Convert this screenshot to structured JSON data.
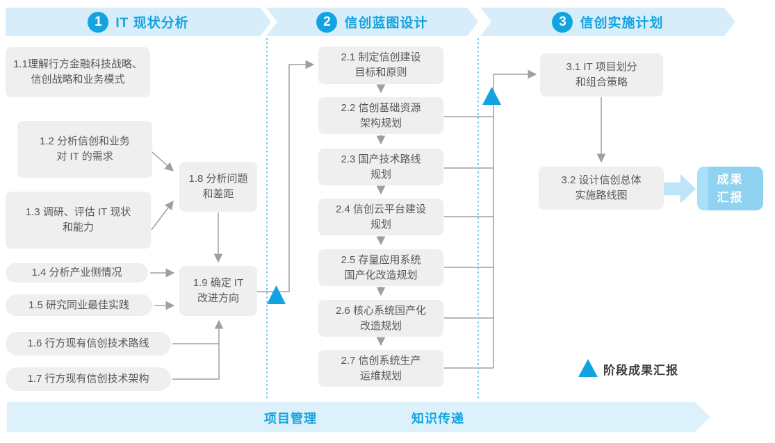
{
  "phases": [
    {
      "number": "1",
      "title": "IT 现状分析"
    },
    {
      "number": "2",
      "title": "信创蓝图设计"
    },
    {
      "number": "3",
      "title": "信创实施计划"
    }
  ],
  "phase1": {
    "n1": "1.1理解行方金融科技战略、\n信创战略和业务模式",
    "n2": "1.2 分析信创和业务\n对 IT 的需求",
    "n3": "1.3 调研、评估 IT 现状\n和能力",
    "n4": "1.4 分析产业侧情况",
    "n5": "1.5 研究同业最佳实践",
    "n6": "1.6 行方现有信创技术路线",
    "n7": "1.7 行方现有信创技术架构",
    "n8": "1.8 分析问题\n和差距",
    "n9": "1.9 确定 IT\n改进方向"
  },
  "phase2": {
    "n1": "2.1 制定信创建设\n目标和原则",
    "n2": "2.2 信创基础资源\n架构规划",
    "n3": "2.3 国产技术路线\n规划",
    "n4": "2.4 信创云平台建设\n规划",
    "n5": "2.5 存量应用系统\n国产化改造规划",
    "n6": "2.6 核心系统国产化\n改造规划",
    "n7": "2.7 信创系统生产\n运维规划"
  },
  "phase3": {
    "n1": "3.1 IT 项目划分\n和组合策略",
    "n2": "3.2 设计信创总体\n实施路线图",
    "result": "成果\n汇报"
  },
  "bottom": {
    "left_label": "项目管理",
    "right_label": "知识传递"
  },
  "legend": {
    "label": "阶段成果汇报"
  },
  "colors": {
    "accent_blue": "#14A3E1",
    "band_blue": "#D7EEFA",
    "box_gray": "#EFEFEF",
    "result_blue": "#8FD3F1",
    "line_gray": "#9AA0A5",
    "text_gray": "#595757"
  }
}
